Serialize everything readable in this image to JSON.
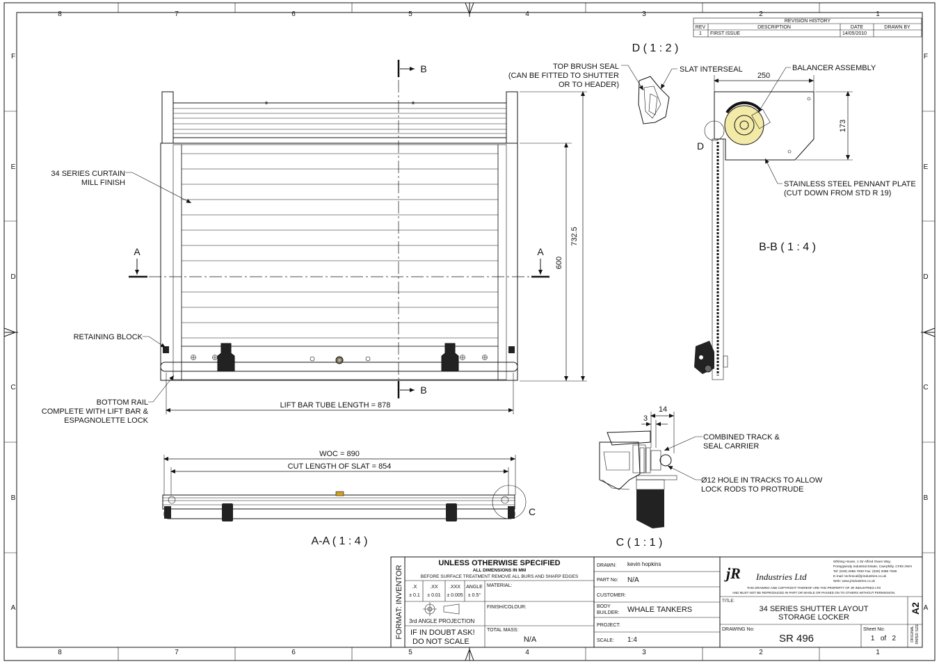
{
  "frame": {
    "col_numbers": [
      "8",
      "7",
      "6",
      "5",
      "4",
      "3",
      "2",
      "1"
    ],
    "row_letters": [
      "F",
      "E",
      "D",
      "C",
      "B",
      "A"
    ]
  },
  "revision": {
    "title": "REVISION HISTORY",
    "headers": [
      "REV",
      "DESCRIPTION",
      "DATE",
      "DRAWN BY"
    ],
    "rows": [
      [
        "1",
        "FIRST ISSUE",
        "14/05/2010",
        ""
      ]
    ]
  },
  "front_view": {
    "label_curtain_1": "34 SERIES CURTAIN",
    "label_curtain_2": "MILL FINISH",
    "label_retaining": "RETAINING BLOCK",
    "label_bottom_1": "BOTTOM RAIL",
    "label_bottom_2": "COMPLETE WITH LIFT BAR &",
    "label_bottom_3": "ESPAGNOLETTE LOCK",
    "dim_lift_bar": "LIFT BAR TUBE LENGTH = 878",
    "dim_height_total": "732.5",
    "dim_height_opening": "600",
    "section_a": "A",
    "section_b": "B"
  },
  "section_aa": {
    "dim_woc": "WOC = 890",
    "dim_cut": "CUT LENGTH OF SLAT = 854",
    "title": "A-A ( 1 : 4 )",
    "detail_ref": "C"
  },
  "detail_d": {
    "title": "D ( 1 : 2 )",
    "label_top_1": "TOP BRUSH SEAL",
    "label_top_2": "(CAN BE FITTED TO SHUTTER",
    "label_top_3": "OR TO HEADER)",
    "label_slat": "SLAT INTERSEAL"
  },
  "section_bb": {
    "label_balancer": "BALANCER ASSEMBLY",
    "dim_width": "250",
    "dim_height": "173",
    "label_plate_1": "STAINLESS STEEL PENNANT PLATE",
    "label_plate_2": "(CUT DOWN FROM STD R 19)",
    "detail_ref": "D",
    "title": "B-B ( 1 : 4 )"
  },
  "detail_c": {
    "dim_14": "14",
    "dim_3": "3",
    "label_track_1": "COMBINED TRACK &",
    "label_track_2": "SEAL CARRIER",
    "label_hole_1": "Ø12 HOLE IN TRACKS TO ALLOW",
    "label_hole_2": "LOCK RODS TO PROTRUDE",
    "title": "C ( 1 : 1 )"
  },
  "title_block": {
    "format": "FORMAT: INVENTOR",
    "unless": "UNLESS OTHERWISE SPECIFIED",
    "all_dims": "ALL DIMENSIONS IN  MM",
    "before": "BEFORE SURFACE TREATMENT REMOVE ALL BURS AND SHARP EDGES",
    "tol_heads": [
      ".X",
      ".XX",
      ".XXX",
      "ANGLE"
    ],
    "tol_vals": [
      "± 0.1",
      "± 0.01",
      "± 0.005",
      "± 0.5°"
    ],
    "projection": "3rd ANGLE PROJECTION",
    "doubt_1": "IF IN DOUBT ASK!",
    "doubt_2": "DO NOT SCALE",
    "material_lbl": "MATERIAL:",
    "finish_lbl": "FINISH/COLOUR:",
    "mass_lbl": "TOTAL MASS:",
    "mass_val": "N/A",
    "drawn_lbl": "DRAWN:",
    "drawn_val": "kevin hopkins",
    "partno_lbl": "PART No:",
    "partno_val": "N/A",
    "customer_lbl": "CUSTOMER:",
    "body_lbl_1": "BODY",
    "body_lbl_2": "BUILDER:",
    "body_val": "WHALE TANKERS",
    "project_lbl": "PROJECT:",
    "scale_lbl": "SCALE:",
    "scale_val": "1:4",
    "logo_jr": "jR",
    "company": "Industries Ltd",
    "address_1": "Whiting House, 1 Sir Alfred Owen Way,",
    "address_2": "Pontygwindy Industrial Estate, Caerphilly,  CF83 2WH",
    "address_3": "Tel: (029) 2086 7830  Fax: (029) 2086 7839",
    "address_4": "E-mail: technical@jrindustries.co.uk",
    "address_5": "Web: www.jrindustries.co.uk",
    "copyright_1": "THIS DRAWING AND COPYRIGHT THEREOF ARE THE PROPERTY OF JR INDUSTRIES LTD",
    "copyright_2": "AND MUST NOT BE REPRODUCED IN PART OR WHOLE OR PASSED ON TO OTHERS WITHOUT PERMISSION.",
    "title_lbl": "TITLE:",
    "title_1": "34 SERIES SHUTTER LAYOUT",
    "title_2": "STORAGE LOCKER",
    "size": "A2",
    "orig_1": "ORIGINAL",
    "orig_2": "PAPER SIZE",
    "drawing_lbl": "DRAWING No:",
    "drawing_no": "SR 496",
    "sheet_lbl": "Sheet No:",
    "sheet_val": "1   of   2"
  }
}
